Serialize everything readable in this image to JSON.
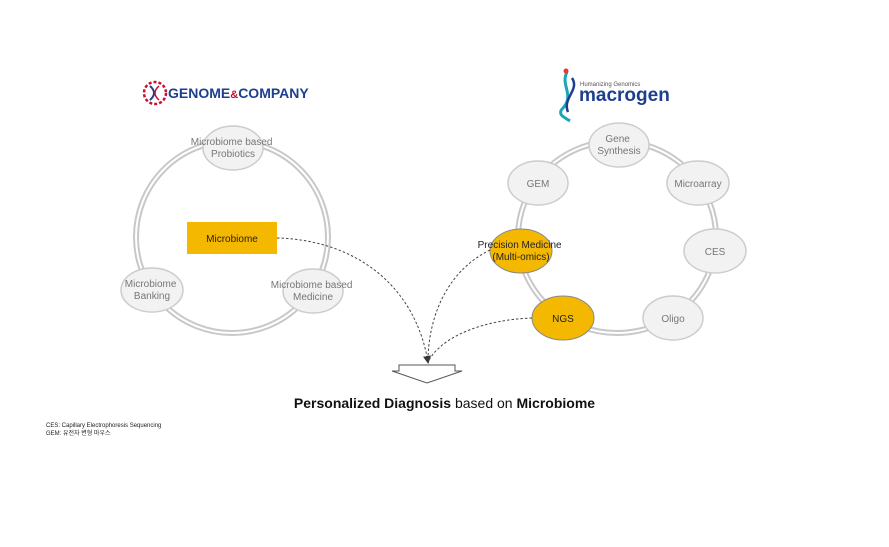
{
  "logos": {
    "left": {
      "name": "GENOME&COMPANY",
      "part1": "GENOME",
      "part2": "COMPANY"
    },
    "right": {
      "name": "macrogen",
      "tagline": "Humanizing Genomics"
    }
  },
  "left_cycle": {
    "nodes": [
      {
        "lines": [
          "Microbiome based",
          "Probiotics"
        ]
      },
      {
        "lines": [
          "Microbiome",
          "Banking"
        ]
      },
      {
        "lines": [
          "Microbiome based",
          "Medicine"
        ]
      }
    ],
    "center": "Microbiome"
  },
  "right_cycle": {
    "nodes": [
      {
        "lines": [
          "Gene",
          "Synthesis"
        ]
      },
      {
        "lines": [
          "GEM"
        ]
      },
      {
        "lines": [
          "Microarray"
        ]
      },
      {
        "lines": [
          "Precision Medicine",
          "(Multi-omics)"
        ],
        "highlight": true
      },
      {
        "lines": [
          "CES"
        ]
      },
      {
        "lines": [
          "NGS"
        ],
        "highlight": true
      },
      {
        "lines": [
          "Oligo"
        ]
      }
    ]
  },
  "title": {
    "part1": "Personalized Diagnosis",
    "part2": " based on ",
    "part3": "Microbiome"
  },
  "footnotes": [
    "CES: Capillary Electrophoresis Sequencing",
    "GEM: 유전자 변형 마우스"
  ],
  "colors": {
    "highlight": "#f5b800",
    "node_fill": "#f2f2f2",
    "node_stroke": "#cccccc",
    "brand_blue": "#1d3f8f"
  }
}
